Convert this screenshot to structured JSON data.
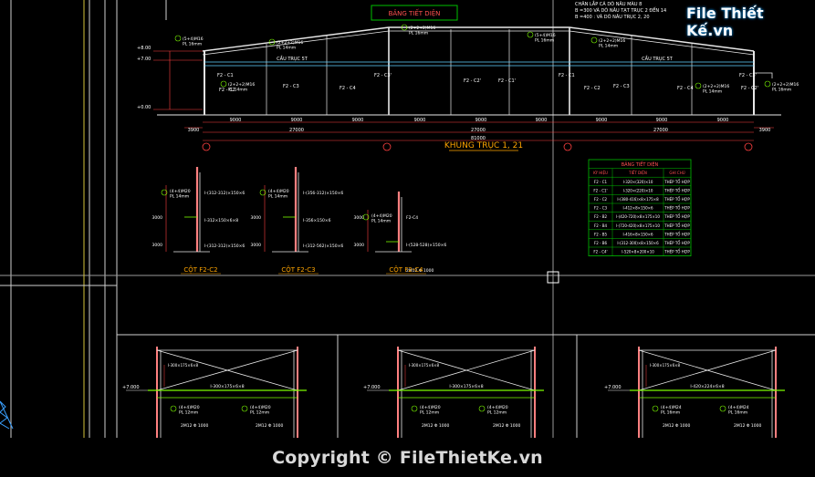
{
  "watermark": {
    "text": "File Thiết Kế.vn"
  },
  "footer": {
    "copyright": "Copyright © FileThietKe.vn"
  },
  "colors": {
    "background": "#000000",
    "structure": "#e8e8e8",
    "annotation": "#ffffff",
    "title": "#ffa500",
    "label": "#7cfc00",
    "dimension": "#ff4040",
    "table_border": "#00c000"
  },
  "top_tag": "BẢNG TIẾT DIỆN",
  "top_right_note": [
    "CHÂN LẮP CÁ DÕ NÂU MÀU 8",
    "B =300 VÀ DÕ NÂU TẠT TRỤC 2 ĐẾN 14",
    "B =400 : VÀ DÕ NÂU TRỤC 2, 20"
  ],
  "elevations": [
    "+8.00",
    "+7.00",
    "+0.00"
  ],
  "frame": {
    "title": "KHUNG TRỤC 1, 21",
    "beam_label": "CẦU TRỤC 5T",
    "span_dims": [
      "9000",
      "9000",
      "9000",
      "9000",
      "9000",
      "9000"
    ],
    "half_dims": [
      "27000",
      "27000",
      "27000"
    ],
    "total_dim": "81000",
    "end_dims": [
      "3900",
      "3900"
    ],
    "sections": [
      "F2 - C1",
      "F2 - C2",
      "F2 - C3",
      "F2 - C4",
      "F2 - C3'",
      "F2 - C2'",
      "F2 - C1'"
    ],
    "notes": [
      "(5+4)M16\nPL 16mm",
      "(2+2+2)M16\nPL 14mm",
      "(2+2+2)M16\nPL 14mm",
      "(2+2+2)M16\nPL 16mm"
    ]
  },
  "columns": [
    {
      "title": "CỘT F2-C2",
      "notes": [
        "I-(312-312)×150×6",
        "I-312×150×6×8",
        "I-(312-312)×150×6"
      ],
      "dim1": "3000",
      "dim2": "3000"
    },
    {
      "title": "CỘT F2-C3",
      "notes": [
        "I-(356-312)×150×6",
        "I-356×150×6",
        "I-(312-562)×150×6"
      ],
      "dim1": "3000",
      "dim2": "3000"
    },
    {
      "title": "CỘT F2-C4",
      "notes": [
        "F2-C4",
        "I-(528-528)×150×6",
        "2M12 Φ 1000"
      ],
      "dim1": "3000",
      "dim2": "3000"
    }
  ],
  "table": {
    "title": "BẢNG TIẾT DIỆN",
    "headers": [
      "KÝ HIỆU",
      "TIẾT DIỆN",
      "GHI CHÚ"
    ],
    "rows": [
      [
        "F2 - C1",
        "I-320×(320)×10",
        "THÉP TỔ HỢP"
      ],
      [
        "F2 - C1'",
        "I-320×(220)×10",
        "THÉP TỔ HỢP"
      ],
      [
        "F2 - C2",
        "I-(380-416)×8×175×8",
        "THÉP TỔ HỢP"
      ],
      [
        "F2 - C3",
        "I-412×8×150×6",
        "THÉP TỔ HỢP"
      ],
      [
        "F2 - B2",
        "I-(420-720)×8×175×10",
        "THÉP TỔ HỢP"
      ],
      [
        "F2 - B4",
        "I-(720-420)×8×175×10",
        "THÉP TỔ HỢP"
      ],
      [
        "F2 - B5",
        "I-416×8×150×6",
        "THÉP TỔ HỢP"
      ],
      [
        "F2 - B6",
        "I-(312-300)×8×150×6",
        "THÉP TỔ HỢP"
      ],
      [
        "F2 - C4'",
        "I-520×8×200×10",
        "THÉP TỔ HỢP"
      ]
    ]
  },
  "bottom_frames": [
    {
      "elevation": "+7.000",
      "beam": "I-300×175×6×8",
      "note1": "(4+4)M20\nPL 12mm",
      "note2": "(4+4)M20\nPL 12mm",
      "dim1": "2M12 Φ 1000",
      "dim2": "2M12 Φ 1000"
    },
    {
      "elevation": "+7.000",
      "beam": "I-300×175×6×8",
      "note1": "(4+4)M20\nPL 12mm",
      "note2": "(4+4)M20\nPL 12mm",
      "dim1": "2M12 Φ 1000",
      "dim2": "2M12 Φ 1000"
    },
    {
      "elevation": "+7.000",
      "beam": "I-420×224×6×8",
      "note1": "(4+4)M24\nPL 16mm",
      "note2": "(4+4)M24\nPL 16mm",
      "dim1": "2M12 Φ 1000",
      "dim2": "2M12 Φ 1000"
    }
  ]
}
